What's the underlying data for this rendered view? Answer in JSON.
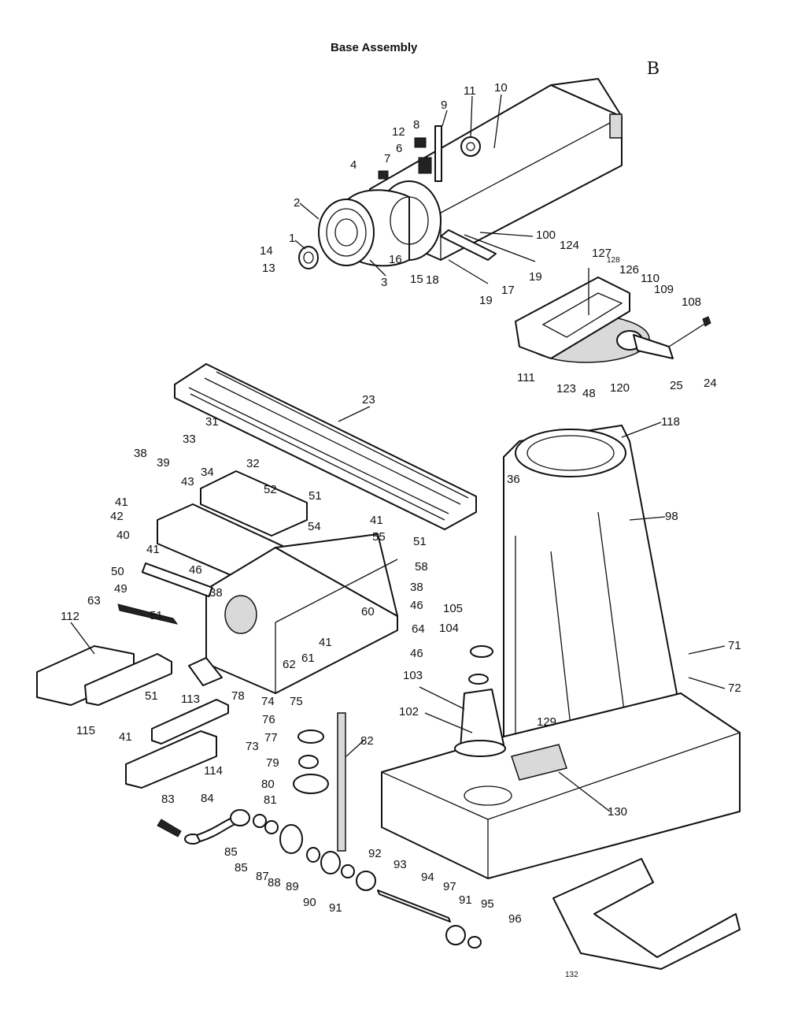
{
  "title": "Base Assembly",
  "sheet_letter": "B",
  "callouts": {
    "c1": "1",
    "c2": "2",
    "c3": "3",
    "c4": "4",
    "c6": "6",
    "c7": "7",
    "c8": "8",
    "c9": "9",
    "c10": "10",
    "c11": "11",
    "c12": "12",
    "c13": "13",
    "c14": "14",
    "c15": "15",
    "c16": "16",
    "c17": "17",
    "c18": "18",
    "c19a": "19",
    "c19b": "19",
    "c100": "100",
    "c124": "124",
    "c127": "127",
    "c128": "128",
    "c126": "126",
    "c110": "110",
    "c109": "109",
    "c108": "108",
    "c111": "111",
    "c123": "123",
    "c48": "48",
    "c120": "120",
    "c25": "25",
    "c24": "24",
    "c23": "23",
    "c31": "31",
    "c33": "33",
    "c32": "32",
    "c38a": "38",
    "c39": "39",
    "c34": "34",
    "c43": "43",
    "c52": "52",
    "c51a": "51",
    "c41a": "41",
    "c42": "42",
    "c40": "40",
    "c54": "54",
    "c41b": "41",
    "c55": "55",
    "c51b": "51",
    "c41c": "41",
    "c50": "50",
    "c49": "49",
    "c46a": "46",
    "c38b": "38",
    "c58": "58",
    "c38c": "38",
    "c46b": "46",
    "c51c": "51",
    "c63": "63",
    "c60": "60",
    "c64": "64",
    "c41d": "41",
    "c62": "62",
    "c61": "61",
    "c46c": "46",
    "c112": "112",
    "c115": "115",
    "c51d": "51",
    "c78": "78",
    "c113": "113",
    "c41e": "41",
    "c114": "114",
    "c118": "118",
    "c36": "36",
    "c98": "98",
    "c105": "105",
    "c104": "104",
    "c71": "71",
    "c72": "72",
    "c103": "103",
    "c102": "102",
    "c129": "129",
    "c130": "130",
    "c74": "74",
    "c75": "75",
    "c76": "76",
    "c77": "77",
    "c73": "73",
    "c79": "79",
    "c80": "80",
    "c81": "81",
    "c82": "82",
    "c83": "83",
    "c84": "84",
    "c85a": "85",
    "c85b": "85",
    "c87": "87",
    "c88": "88",
    "c89": "89",
    "c90": "90",
    "c91a": "91",
    "c92": "92",
    "c93": "93",
    "c94": "94",
    "c97": "97",
    "c91b": "91",
    "c95": "95",
    "c96": "96",
    "c132": "132"
  }
}
